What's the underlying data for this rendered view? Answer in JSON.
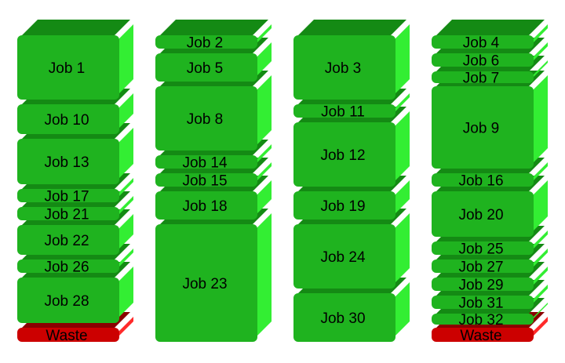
{
  "colors": {
    "job_front": "#1fb31f",
    "job_side": "#33ee33",
    "job_top": "#148a14",
    "waste_front": "#cc0000",
    "waste_side": "#ff2a2a",
    "waste_top": "#8a0000",
    "label": "#000000"
  },
  "columns": [
    {
      "id": "col-1",
      "blocks": [
        {
          "label": "Job 1",
          "kind": "job"
        },
        {
          "label": "Job 10",
          "kind": "job"
        },
        {
          "label": "Job 13",
          "kind": "job"
        },
        {
          "label": "Job 17",
          "kind": "job"
        },
        {
          "label": "Job 21",
          "kind": "job"
        },
        {
          "label": "Job 22",
          "kind": "job"
        },
        {
          "label": "Job 26",
          "kind": "job"
        },
        {
          "label": "Job 28",
          "kind": "job"
        },
        {
          "label": "Waste",
          "kind": "waste"
        }
      ]
    },
    {
      "id": "col-2",
      "blocks": [
        {
          "label": "Job 2",
          "kind": "job"
        },
        {
          "label": "Job 5",
          "kind": "job"
        },
        {
          "label": "Job 8",
          "kind": "job"
        },
        {
          "label": "Job 14",
          "kind": "job"
        },
        {
          "label": "Job 15",
          "kind": "job"
        },
        {
          "label": "Job 18",
          "kind": "job"
        },
        {
          "label": "Job 23",
          "kind": "job"
        }
      ]
    },
    {
      "id": "col-3",
      "blocks": [
        {
          "label": "Job 3",
          "kind": "job"
        },
        {
          "label": "Job 11",
          "kind": "job"
        },
        {
          "label": "Job 12",
          "kind": "job"
        },
        {
          "label": "Job 19",
          "kind": "job"
        },
        {
          "label": "Job 24",
          "kind": "job"
        },
        {
          "label": "Job 30",
          "kind": "job"
        }
      ]
    },
    {
      "id": "col-4",
      "blocks": [
        {
          "label": "Job 4",
          "kind": "job"
        },
        {
          "label": "Job 6",
          "kind": "job"
        },
        {
          "label": "Job 7",
          "kind": "job"
        },
        {
          "label": "Job 9",
          "kind": "job"
        },
        {
          "label": "Job 16",
          "kind": "job"
        },
        {
          "label": "Job 20",
          "kind": "job"
        },
        {
          "label": "Job 25",
          "kind": "job"
        },
        {
          "label": "Job 27",
          "kind": "job"
        },
        {
          "label": "Job 29",
          "kind": "job"
        },
        {
          "label": "Job 31",
          "kind": "job"
        },
        {
          "label": "Job 32",
          "kind": "job"
        },
        {
          "label": "Waste",
          "kind": "waste"
        }
      ]
    }
  ]
}
